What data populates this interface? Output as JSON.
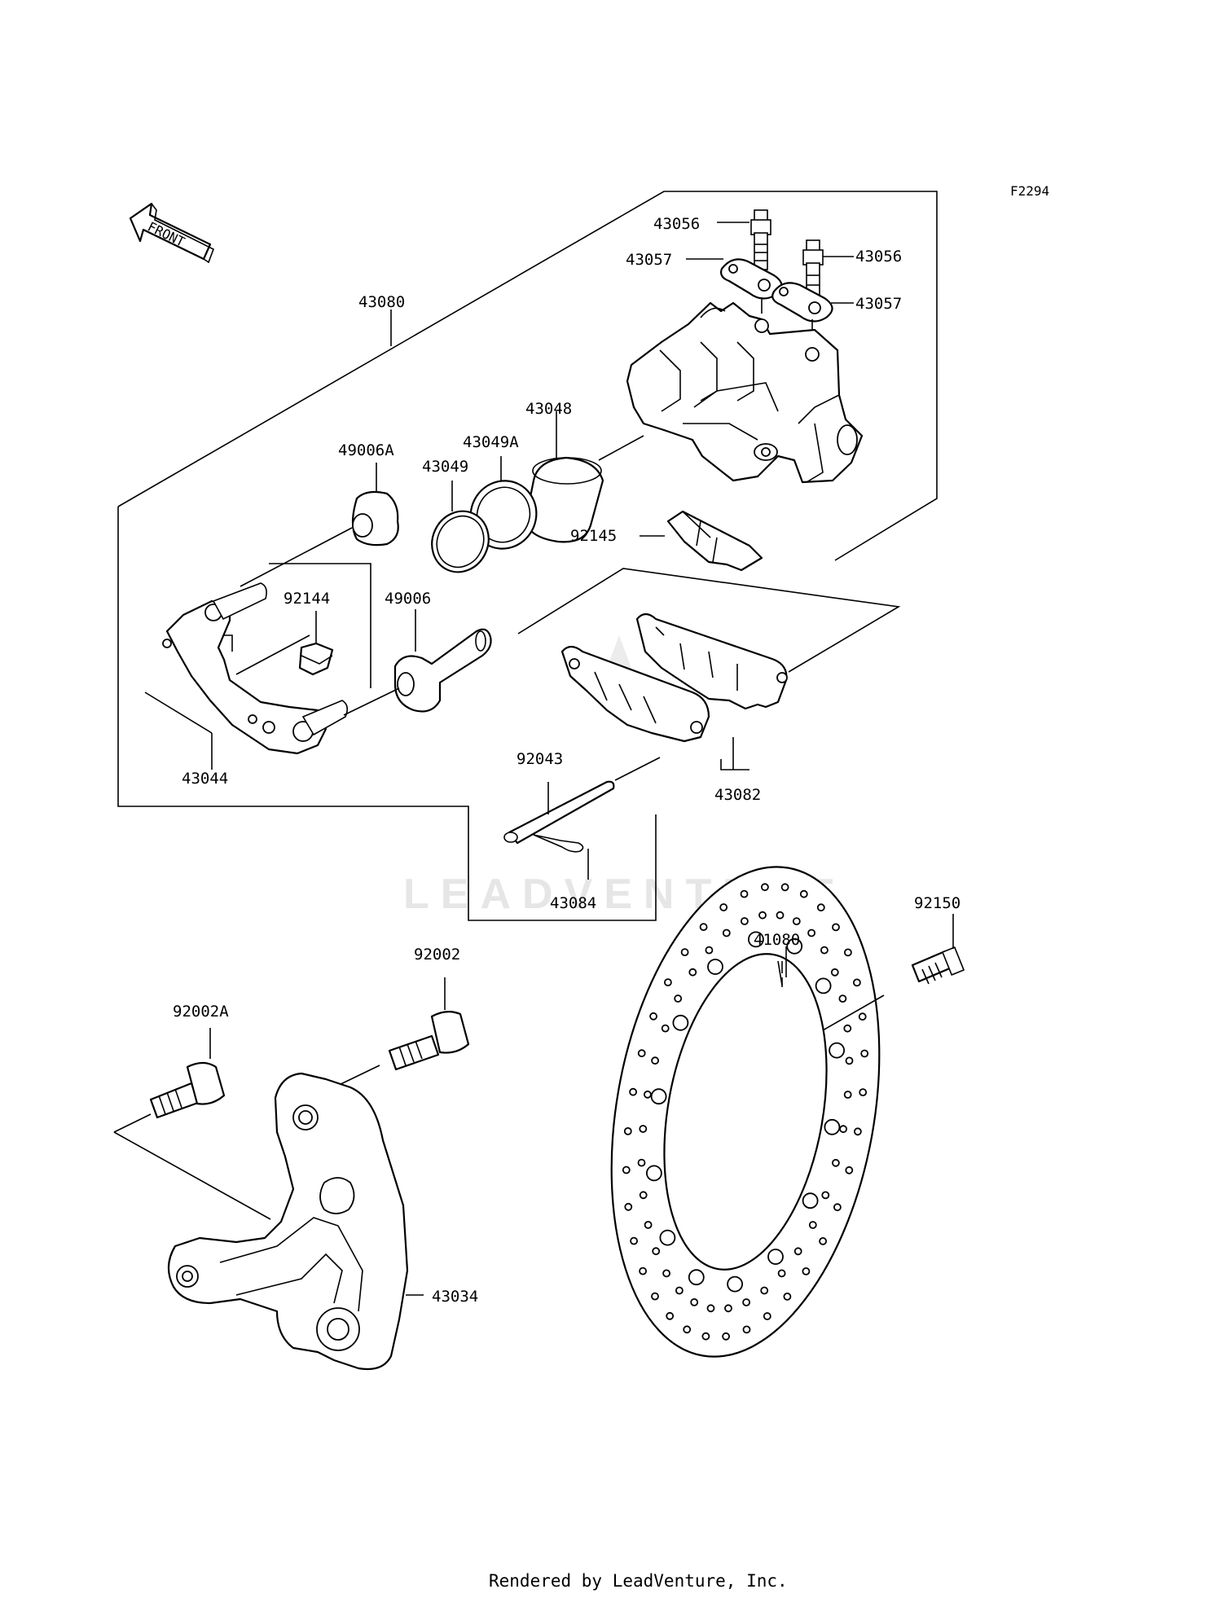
{
  "figure_code": "F2294",
  "front_arrow_label": "FRONT",
  "watermark_text": "LEADVENTURE",
  "footer_text": "Rendered by LeadVenture, Inc.",
  "parts": [
    {
      "id": "43080"
    },
    {
      "id": "43056"
    },
    {
      "id": "43056"
    },
    {
      "id": "43057"
    },
    {
      "id": "43057"
    },
    {
      "id": "43048"
    },
    {
      "id": "43049A"
    },
    {
      "id": "43049"
    },
    {
      "id": "49006A"
    },
    {
      "id": "92145"
    },
    {
      "id": "92144"
    },
    {
      "id": "49006"
    },
    {
      "id": "43044"
    },
    {
      "id": "92043"
    },
    {
      "id": "43082"
    },
    {
      "id": "43084"
    },
    {
      "id": "92150"
    },
    {
      "id": "41080"
    },
    {
      "id": "92002"
    },
    {
      "id": "92002A"
    },
    {
      "id": "43034"
    }
  ]
}
